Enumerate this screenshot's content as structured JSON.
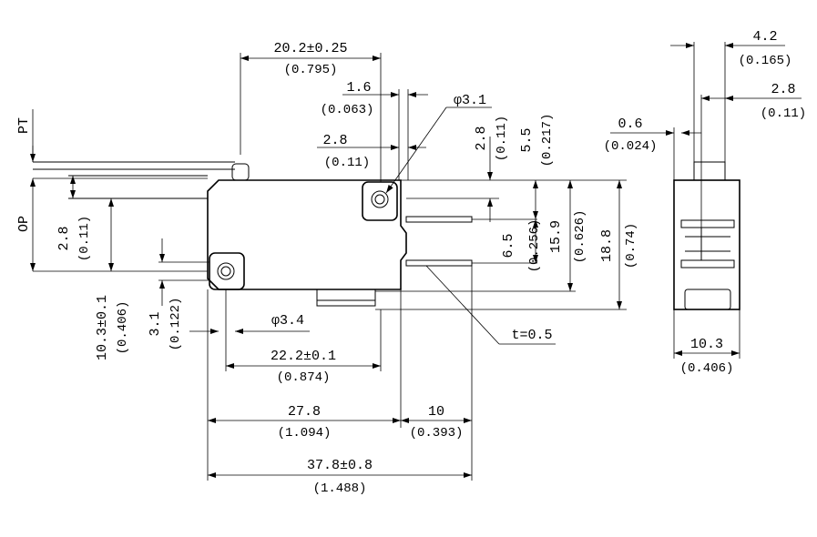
{
  "front_view": {
    "travel_labels": {
      "pt": "PT",
      "op": "OP"
    },
    "dims": {
      "overall_lever_width": {
        "value": "20.2±0.25",
        "inch": "(0.795)"
      },
      "lever_gap": {
        "value": "1.6",
        "inch": "(0.063)"
      },
      "hole_top_dia": {
        "value": "φ3.1"
      },
      "hole_offset_x": {
        "value": "2.8",
        "inch": "(0.11)"
      },
      "hole_offset_y": {
        "value": "2.8",
        "inch": "(0.11)"
      },
      "terminal_top": {
        "value": "5.5",
        "inch": "(0.217)"
      },
      "terminal_pitch": {
        "value": "6.5",
        "inch": "(0.256)"
      },
      "terminal_span": {
        "value": "15.9",
        "inch": "(0.626)"
      },
      "overall_height": {
        "value": "18.8",
        "inch": "(0.74)"
      },
      "op_offset": {
        "value": "2.8",
        "inch": "(0.11)"
      },
      "hole_height": {
        "value": "10.3±0.1",
        "inch": "(0.406)"
      },
      "hole_left_vertical": {
        "value": "3.1",
        "inch": "(0.122)"
      },
      "hole_left_dia": {
        "value": "φ3.4"
      },
      "thickness": {
        "value": "t=0.5"
      },
      "hole_spacing": {
        "value": "22.2±0.1",
        "inch": "(0.874)"
      },
      "body_length": {
        "value": "27.8",
        "inch": "(1.094)"
      },
      "terminal_length": {
        "value": "10",
        "inch": "(0.393)"
      },
      "overall_length": {
        "value": "37.8±0.8",
        "inch": "(1.488)"
      }
    }
  },
  "side_view": {
    "dims": {
      "top_width": {
        "value": "4.2",
        "inch": "(0.165)"
      },
      "pin_width": {
        "value": "2.8",
        "inch": "(0.11)"
      },
      "edge_gap": {
        "value": "0.6",
        "inch": "(0.024)"
      },
      "body_width": {
        "value": "10.3",
        "inch": "(0.406)"
      }
    }
  }
}
